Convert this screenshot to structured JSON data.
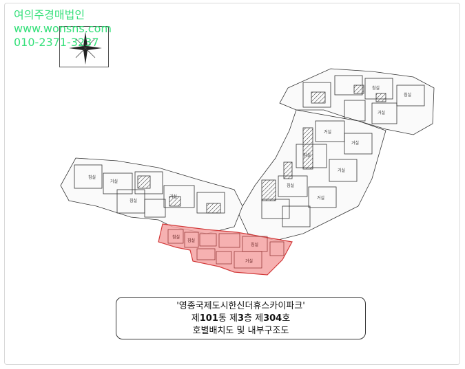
{
  "watermark": {
    "company": "여의주경매법인",
    "website": "www.wonsns.com",
    "phone": "010-2371-3237"
  },
  "caption": {
    "line1": "'영종국제도시한신더휴스카이파크'",
    "line2_prefix": "제",
    "building": "101",
    "line2_dong": "동 제",
    "floor": "3",
    "line2_floor": "층 제",
    "unit": "304",
    "line2_suffix": "호",
    "line3": "호별배치도 및 내부구조도"
  },
  "colors": {
    "watermark": "#35e07a",
    "highlight_fill": "#f4a3a3",
    "highlight_stroke": "#d23a3a"
  },
  "room_labels": {
    "living": "거실",
    "bedroom": "침실"
  }
}
